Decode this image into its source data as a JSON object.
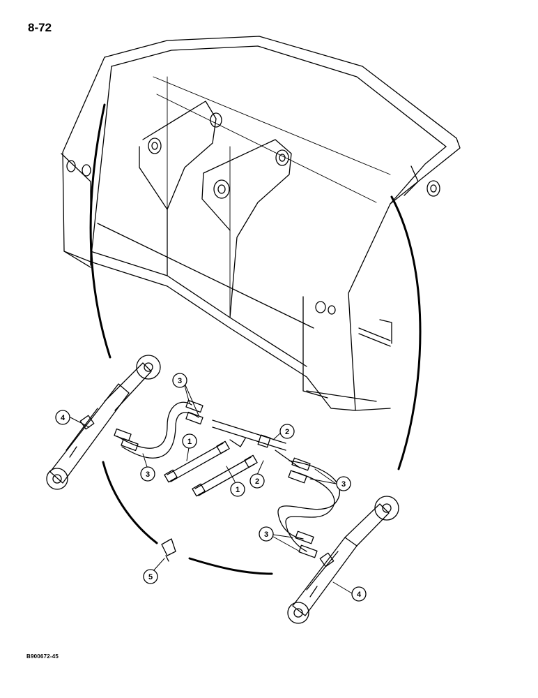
{
  "page_number": "8-72",
  "doc_code": "B900672-45",
  "callouts": [
    {
      "label": "1"
    },
    {
      "label": "1"
    },
    {
      "label": "2"
    },
    {
      "label": "2"
    },
    {
      "label": "3"
    },
    {
      "label": "3"
    },
    {
      "label": "3"
    },
    {
      "label": "3"
    },
    {
      "label": "4"
    },
    {
      "label": "4"
    },
    {
      "label": "5"
    }
  ],
  "colors": {
    "line": "#000000",
    "paper": "#ffffff"
  }
}
